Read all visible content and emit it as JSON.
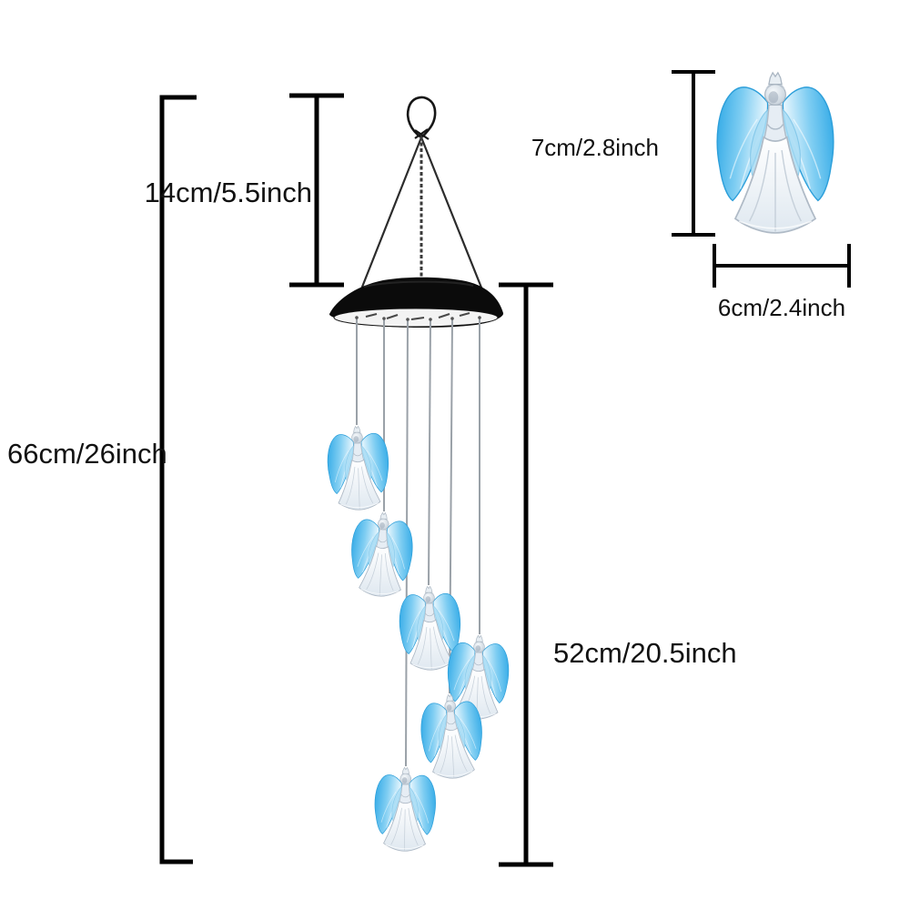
{
  "image": {
    "type": "product-dimension-diagram",
    "subject": "solar LED angel wind chime",
    "background": "#ffffff"
  },
  "labels": {
    "total_height": "66cm/26inch",
    "hanger_height": "14cm/5.5inch",
    "drop_length": "52cm/20.5inch",
    "angel_height": "7cm/2.8inch",
    "angel_width": "6cm/2.4inch"
  },
  "measurements": [
    {
      "name": "overall height",
      "cm": 66,
      "inch": 26
    },
    {
      "name": "hanger section height",
      "cm": 14,
      "inch": 5.5
    },
    {
      "name": "chime drop length",
      "cm": 52,
      "inch": 20.5
    },
    {
      "name": "angel figure height",
      "cm": 7,
      "inch": 2.8
    },
    {
      "name": "angel figure width",
      "cm": 6,
      "inch": 2.4
    }
  ],
  "figures": {
    "angel_count_on_chime": 6,
    "string_count": 6,
    "detail_angel_count": 1
  },
  "colors": {
    "dimension_line": "#000000",
    "label_text": "#111111",
    "cap_black": "#0b0b0b",
    "cap_underside": "#f3f3f3",
    "string_silver": "#9aa1a8",
    "hanger_wire": "#2c2c2c",
    "wing_blue": "#2ea8e6",
    "wing_blue_deep": "#2d9fda",
    "wing_blue_pale": "#ecf8fe",
    "body_fill": "#eef3f8",
    "body_outline": "#afbac6"
  }
}
